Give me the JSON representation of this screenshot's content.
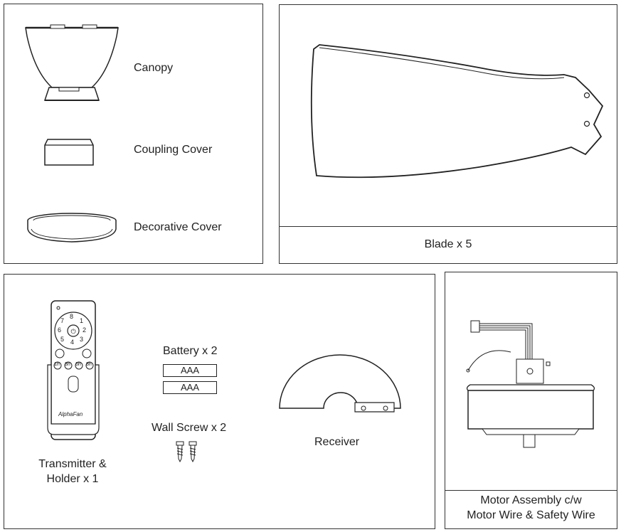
{
  "parts": {
    "canopy": "Canopy",
    "coupling_cover": "Coupling Cover",
    "decorative_cover": "Decorative Cover",
    "blade": "Blade x 5",
    "battery": "Battery x 2",
    "battery_type": "AAA",
    "wall_screw": "Wall Screw x 2",
    "receiver": "Receiver",
    "transmitter_line1": "Transmitter &",
    "transmitter_line2": "Holder x 1",
    "motor_line1": "Motor Assembly c/w",
    "motor_line2": "Motor Wire & Safety Wire"
  },
  "remote": {
    "speeds": [
      "8",
      "1",
      "2",
      "3",
      "4",
      "5",
      "6",
      "7"
    ],
    "timers": [
      "1h",
      "3h",
      "6h",
      "8h"
    ],
    "brand": "AlphaFan"
  }
}
